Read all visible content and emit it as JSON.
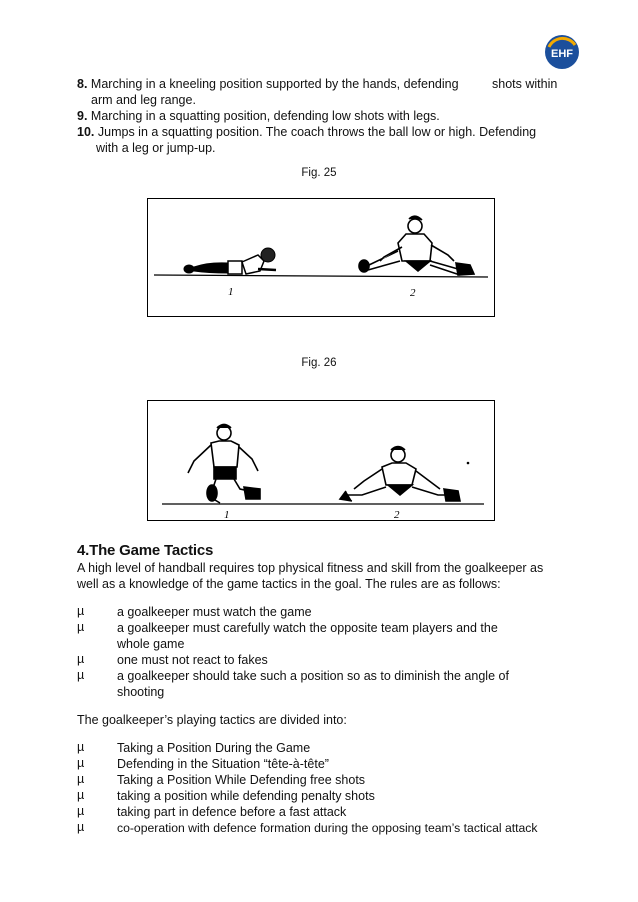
{
  "logo": {
    "text": "EHF",
    "color": "#1b4f9c",
    "accent": "#f2a900"
  },
  "exercises": [
    {
      "num": "8.",
      "text": "Marching in a kneeling position supported by the hands, defending",
      "tail": "shots within",
      "cont": "arm and leg range."
    },
    {
      "num": "9.",
      "text": "Marching in a squatting position, defending low shots with legs."
    },
    {
      "num": "10.",
      "text": "Jumps in a squatting position. The coach throws the ball low or high. Defending",
      "cont": "with a leg or jump-up."
    }
  ],
  "figures": [
    {
      "caption": "Fig. 25",
      "labels": [
        "1",
        "2"
      ]
    },
    {
      "caption": "Fig. 26",
      "labels": [
        "1",
        "2"
      ]
    }
  ],
  "section": {
    "title": "4.The Game Tactics",
    "intro_line1": "A high level of handball requires top physical fitness and skill from the goalkeeper as",
    "intro_line2": "well as a knowledge of the game tactics in the goal. The rules are as follows:",
    "bullet_marker": "µ",
    "rules": [
      "a goalkeeper must watch the game",
      "a goalkeeper must carefully watch the opposite team players and the whole game",
      "one must not react to fakes",
      "a goalkeeper should take such a position so as to diminish the angle of shooting"
    ],
    "divided_intro": "The goalkeeper’s playing tactics are divided into:",
    "tactics": [
      "Taking a Position During the Game",
      "Defending in the Situation “tête-à-tête”",
      "Taking a Position While Defending free shots",
      "taking a position while defending penalty shots",
      "taking part in defence before a fast attack",
      "co-operation with defence formation during the opposing team’s tactical  attack"
    ]
  }
}
